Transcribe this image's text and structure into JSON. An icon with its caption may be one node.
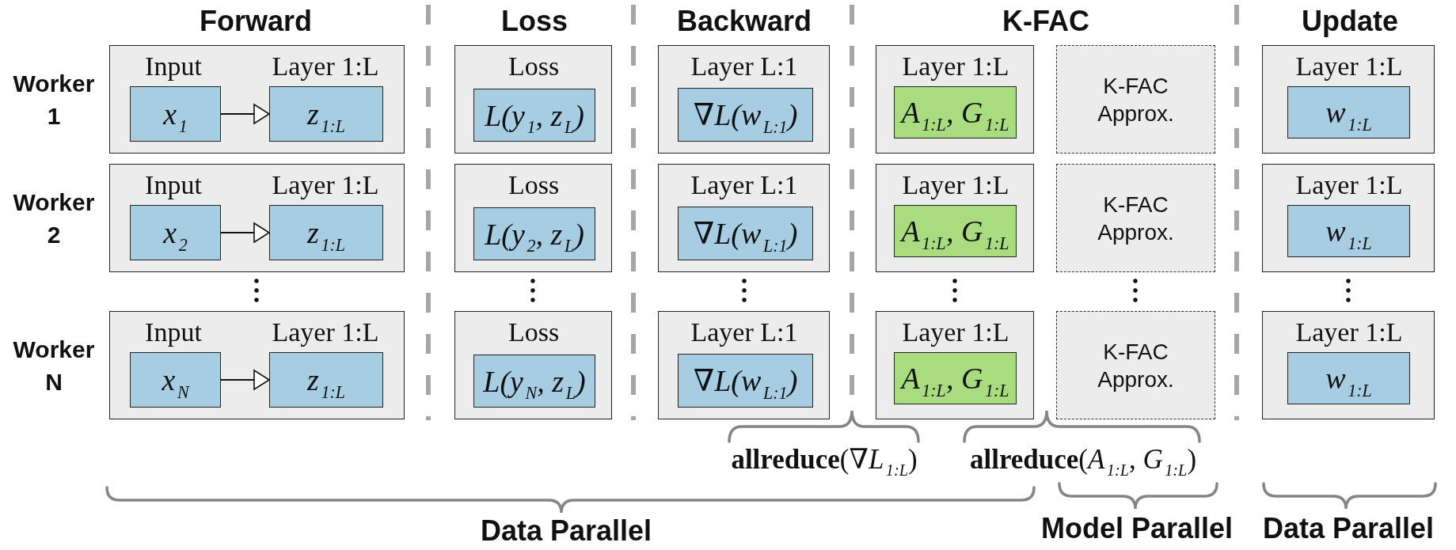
{
  "diagram": {
    "nodes": [
      {
        "text": [
          "Input",
          "Layer 1:L"
        ]
      },
      {
        "text": [
          "x$_{1}$"
        ],
        "in": 0
      },
      {
        "text": [
          "z$_{1:L}$"
        ],
        "in": 0
      },
      {
        "text": [
          "Loss"
        ]
      },
      {
        "text": [
          "L(y$_{1}$, z$_{L}$)"
        ],
        "in": 3
      },
      {
        "text": [
          "Layer L:1"
        ]
      },
      {
        "text": [
          "∇L(w$_{L:1}$)"
        ],
        "in": 5
      },
      {
        "text": [
          "Layer 1:L"
        ]
      },
      {
        "text": [
          "A$_{1:L}$, G$_{1:L}$"
        ],
        "in": 7
      },
      {
        "text": [
          "K-FAC Approx."
        ]
      },
      {
        "text": [
          "Layer 1:L"
        ]
      },
      {
        "text": [
          "w$_{1:L}$"
        ],
        "in": 10
      },
      {
        "text": [
          "Input",
          "Layer 1:L"
        ]
      },
      {
        "text": [
          "x$_{2}$"
        ],
        "in": 12
      },
      {
        "text": [
          "z$_{1:L}$"
        ],
        "in": 12
      },
      {
        "text": [
          "Loss"
        ]
      },
      {
        "text": [
          "L(y$_{2}$, z$_{L}$)"
        ],
        "in": 15
      },
      {
        "text": [
          "Layer L:1"
        ]
      },
      {
        "text": [
          "∇L(w$_{L:1}$)"
        ],
        "in": 17
      },
      {
        "text": [
          "Layer 1:L"
        ]
      },
      {
        "text": [
          "A$_{1:L}$, G$_{1:L}$"
        ],
        "in": 19
      },
      {
        "text": [
          "K-FAC Approx."
        ]
      },
      {
        "text": [
          "Layer 1:L"
        ]
      },
      {
        "text": [
          "w$_{1:L}$"
        ],
        "in": 22
      },
      {
        "text": [
          "Input",
          "Layer 1:L"
        ]
      },
      {
        "text": [
          "x$_{N}$"
        ],
        "in": 24
      },
      {
        "text": [
          "z$_{1:L}$"
        ],
        "in": 24
      },
      {
        "text": [
          "Loss"
        ]
      },
      {
        "text": [
          "L(y$_{N}$, z$_{L}$)"
        ],
        "in": 27
      },
      {
        "text": [
          "Layer L:1"
        ]
      },
      {
        "text": [
          "∇L(w$_{L:1}$)"
        ],
        "in": 29
      },
      {
        "text": [
          "Layer 1:L"
        ]
      },
      {
        "text": [
          "A$_{1:L}$, G$_{1:L}$"
        ],
        "in": 31
      },
      {
        "text": [
          "K-FAC Approx."
        ]
      },
      {
        "text": [
          "Layer 1:L"
        ]
      },
      {
        "text": [
          "w$_{1:L}$"
        ],
        "in": 34
      }
    ],
    "edges": [
      {
        "from": 1,
        "to": 2,
        "arrow": "to"
      },
      {
        "from": 13,
        "to": 14,
        "arrow": "to"
      },
      {
        "from": 25,
        "to": 26,
        "arrow": "to"
      }
    ],
    "labels": [
      "Forward",
      "Loss",
      "Backward",
      "K-FAC",
      "Update",
      "Worker 1",
      "Worker 2",
      "Worker N",
      "**allreduce**(∇*L*$_{1:L}$)",
      "**allreduce**(*A*$_{1:L}$, *G*$_{1:L}$)",
      "Data Parallel",
      "Model Parallel",
      "Data Parallel"
    ]
  }
}
